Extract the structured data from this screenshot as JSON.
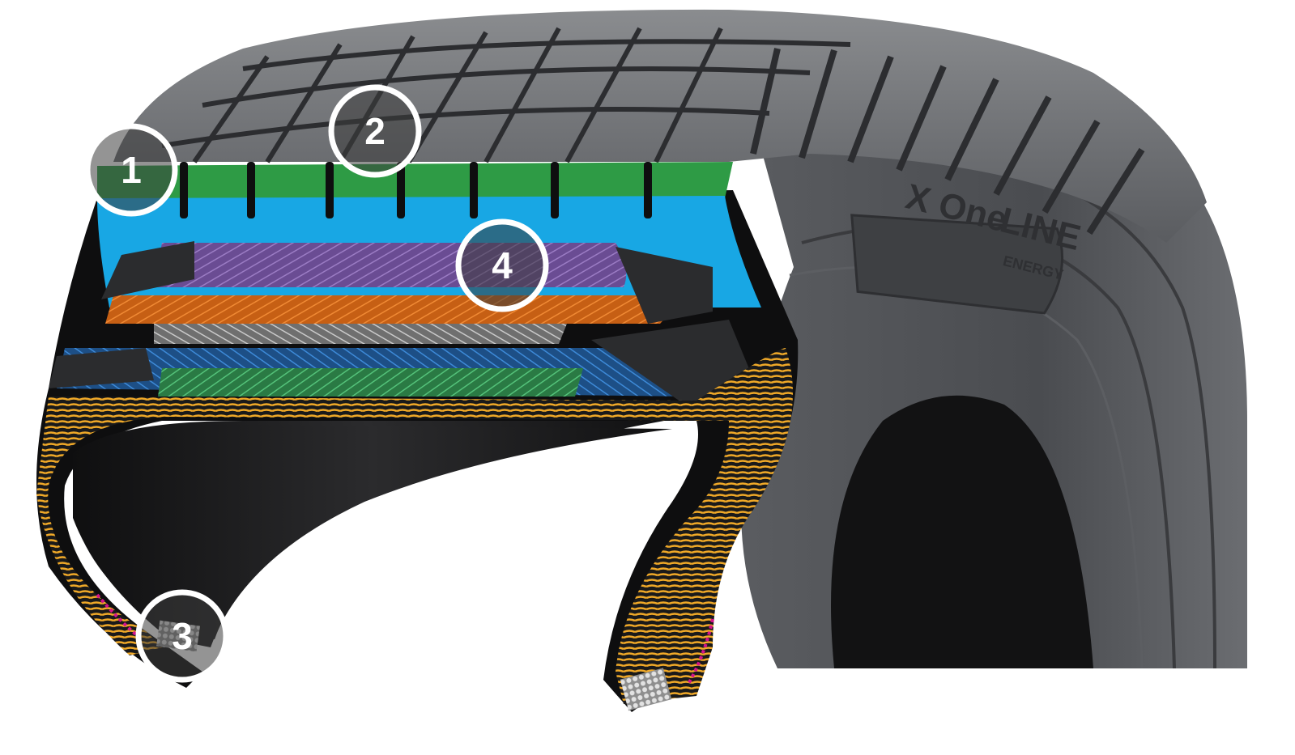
{
  "callouts": [
    {
      "id": "1",
      "label": "1"
    },
    {
      "id": "2",
      "label": "2"
    },
    {
      "id": "3",
      "label": "3"
    },
    {
      "id": "4",
      "label": "4"
    }
  ],
  "sidewall_marking": {
    "brand": "X One",
    "product": "LINE",
    "subline": "ENERGY"
  },
  "colors": {
    "tread_rubber": "#2e9b45",
    "tread_underlayer": "#18a7e4",
    "belt_purple": "#7d5aa6",
    "belt_orange": "#e87722",
    "belt_gray": "#9a9a9a",
    "belt_blue": "#2a6fb5",
    "belt_green": "#3aa35b",
    "casing_ply": "#f0a928",
    "bead_chafer": "#d4148a",
    "tire_rubber": "#4a4c4f"
  }
}
